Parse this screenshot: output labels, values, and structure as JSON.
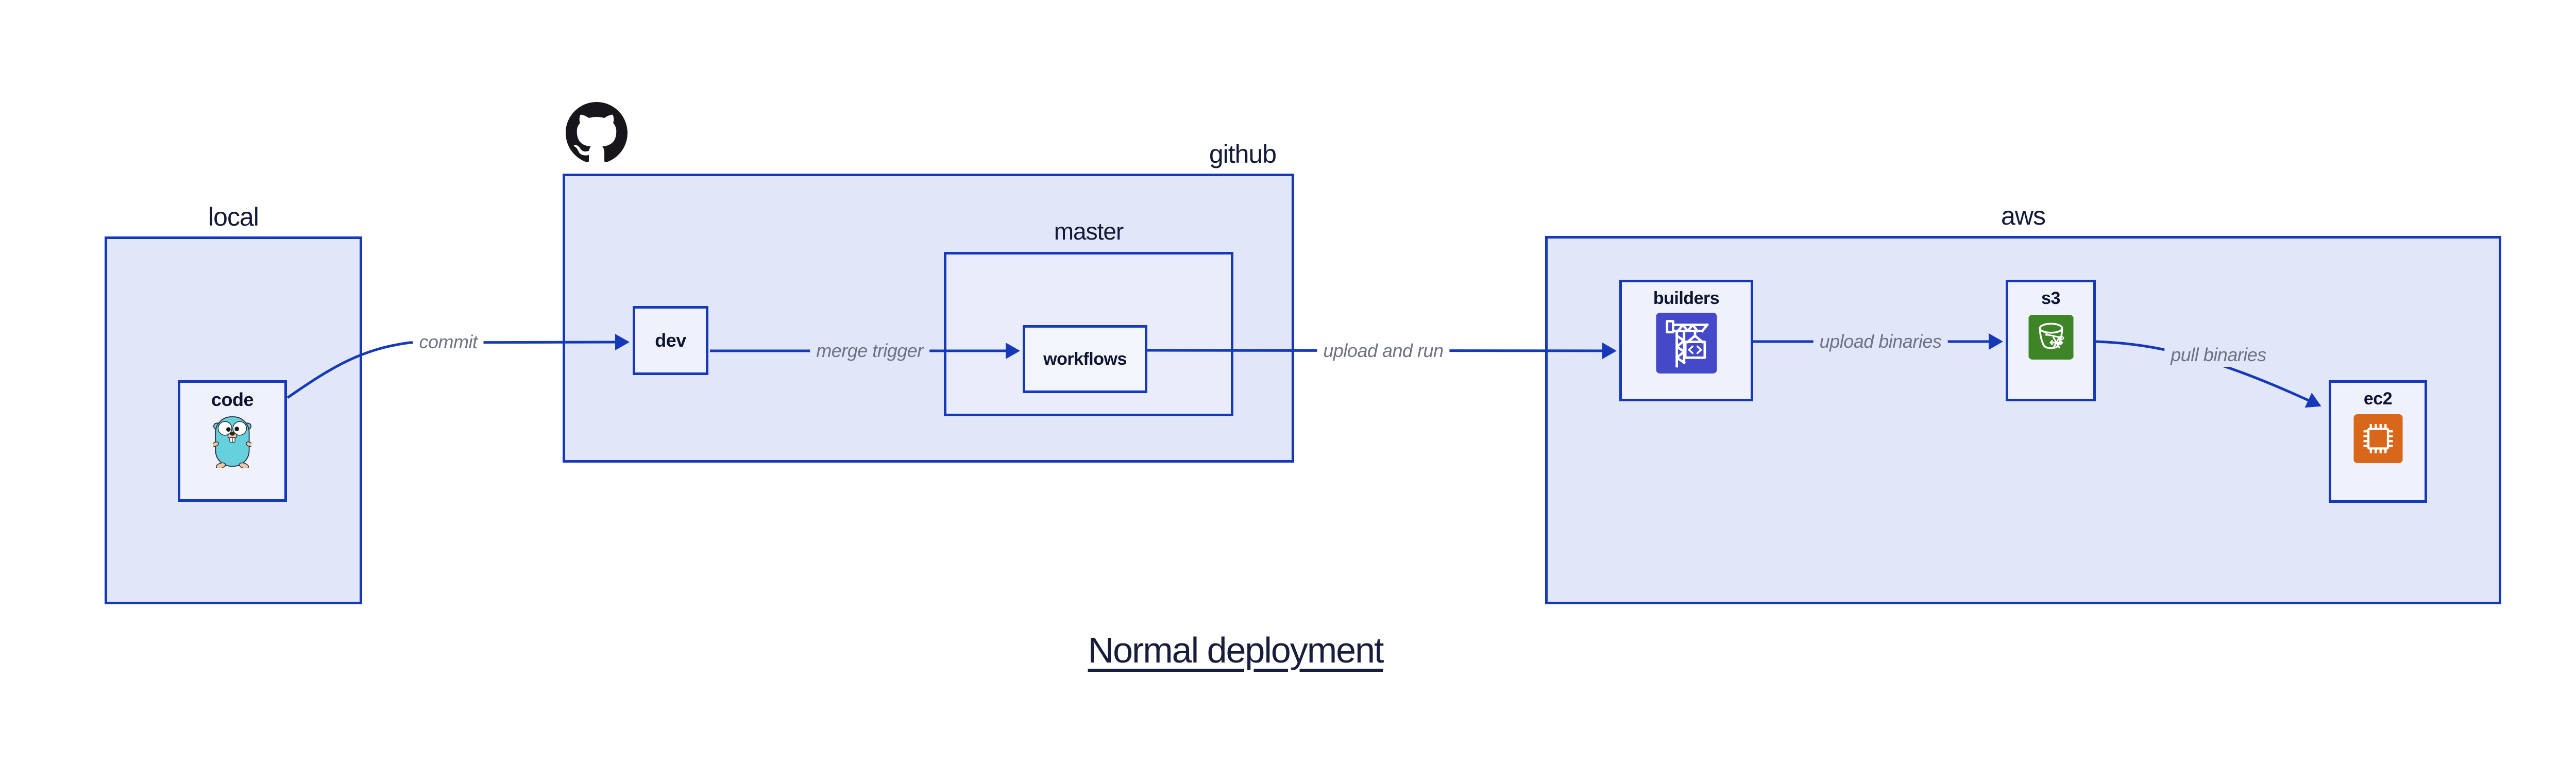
{
  "title": "Normal deployment",
  "groups": {
    "local": {
      "label": "local"
    },
    "github": {
      "label": "github"
    },
    "master": {
      "label": "master"
    },
    "aws": {
      "label": "aws"
    }
  },
  "nodes": {
    "code": {
      "label": "code"
    },
    "dev": {
      "label": "dev"
    },
    "workflows": {
      "label": "workflows"
    },
    "builders": {
      "label": "builders"
    },
    "s3": {
      "label": "s3"
    },
    "ec2": {
      "label": "ec2"
    }
  },
  "edges": {
    "commit": {
      "label": "commit"
    },
    "merge_trigger": {
      "label": "merge trigger"
    },
    "upload_and_run": {
      "label": "upload and run"
    },
    "upload_binaries": {
      "label": "upload binaries"
    },
    "pull_binaries": {
      "label": "pull binaries"
    }
  },
  "icons": {
    "gopher": "go-gopher-icon",
    "github": "github-octocat-icon",
    "builders": "codebuild-crane-icon",
    "s3": "s3-glacier-bucket-icon",
    "ec2": "ec2-chip-icon"
  },
  "colors": {
    "line_blue": "#1539b8",
    "group_fill": "#e1e6f9",
    "master_fill": "#e9edfb",
    "node_fill": "#eff2fc",
    "label_gray": "#6d7384",
    "text_navy": "#14193a",
    "codebuild_purple": "#4449c9",
    "glacier_green": "#3e8527",
    "ec2_orange": "#d9671a",
    "github_black": "#18161a",
    "gopher_teal": "#66d1dc",
    "gopher_tan": "#edc9a3"
  }
}
